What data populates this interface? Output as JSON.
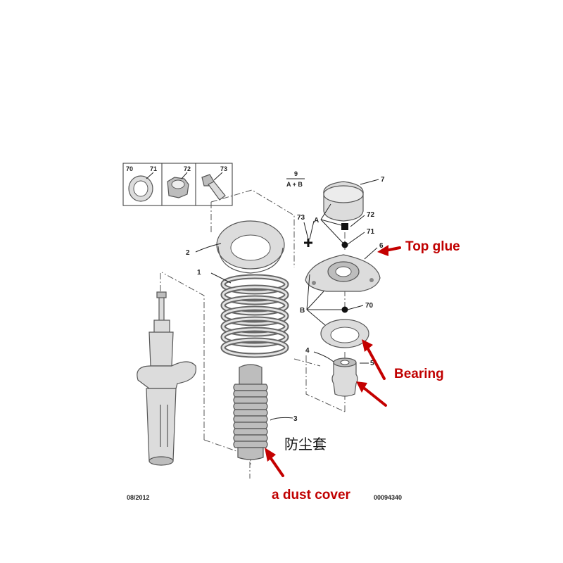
{
  "footer": {
    "date_code": "08/2012",
    "diagram_code": "00094340"
  },
  "inset": {
    "labels": [
      "70",
      "71",
      "72",
      "73"
    ]
  },
  "formula": {
    "index": "9",
    "expr": "A + B"
  },
  "callouts": {
    "c1": "1",
    "c2": "2",
    "c3": "3",
    "c4": "4",
    "c5": "5",
    "c6": "6",
    "c7": "7",
    "c70": "70",
    "c71": "71",
    "c72": "72",
    "c73": "73",
    "A": "A",
    "B": "B"
  },
  "annotations": {
    "top_glue": "Top glue",
    "bearing": "Bearing",
    "dust_cover_cn": "防尘套",
    "dust_cover_en": "a dust cover"
  },
  "colors": {
    "annotation": "#c00000",
    "line": "#555555",
    "part_fill": "#dcdcdc"
  }
}
